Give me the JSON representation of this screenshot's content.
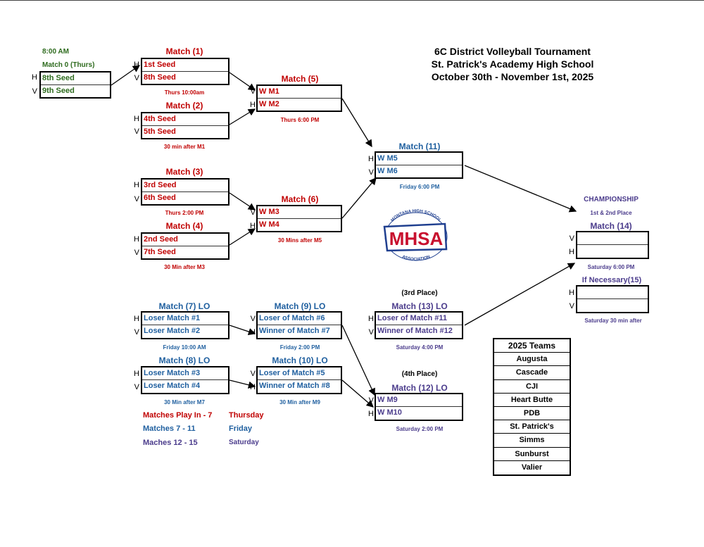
{
  "title": {
    "line1": "6C District Volleyball Tournament",
    "line2": "St. Patrick's Academy High School",
    "line3": "October 30th - November 1st, 2025"
  },
  "match0": {
    "time": "8:00 AM",
    "label": "Match 0 (Thurs)",
    "h": "8th Seed",
    "v": "9th Seed"
  },
  "m1": {
    "title": "Match (1)",
    "top": "1st Seed",
    "bottom": "8th Seed",
    "note": "Thurs 10:00am"
  },
  "m2": {
    "title": "Match (2)",
    "top": "4th Seed",
    "bottom": "5th Seed",
    "note": "30 min after M1"
  },
  "m3": {
    "title": "Match (3)",
    "top": "3rd Seed",
    "bottom": "6th Seed",
    "note": "Thurs 2:00 PM"
  },
  "m4": {
    "title": "Match (4)",
    "top": "2nd Seed",
    "bottom": "7th Seed",
    "note": "30 Min after M3"
  },
  "m5": {
    "title": "Match (5)",
    "top": "W M1",
    "bottom": "W M2",
    "note": "Thurs 6:00 PM"
  },
  "m6": {
    "title": "Match (6)",
    "top": "W M3",
    "bottom": "W M4",
    "note": "30 Mins after M5"
  },
  "m11": {
    "title": "Match  (11)",
    "top": "W M5",
    "bottom": "W M6",
    "note": "Friday 6:00 PM"
  },
  "m14": {
    "heading": "CHAMPIONSHIP",
    "subheading": "1st & 2nd Place",
    "title": "Match  (14)",
    "top": "",
    "bottom": "",
    "note": "Saturday 6:00 PM"
  },
  "m15": {
    "title": "If Necessary(15)",
    "top": "",
    "bottom": "",
    "note": "Saturday 30 min after"
  },
  "m7": {
    "title": "Match  (7) LO",
    "top": "Loser Match #1",
    "bottom": "Loser Match #2",
    "note": "Friday 10:00 AM"
  },
  "m8": {
    "title": "Match  (8) LO",
    "top": "Loser Match #3",
    "bottom": "Loser Match #4",
    "note": "30 Min after M7"
  },
  "m9": {
    "title": "Match  (9) LO",
    "top": "Loser of Match #6",
    "bottom": "Winner of Match #7",
    "note": "Friday 2:00 PM"
  },
  "m10": {
    "title": "Match  (10) LO",
    "top": "Loser of Match #5",
    "bottom": "Winner of Match #8",
    "note": "30 Min after M9"
  },
  "m13": {
    "place": "(3rd Place)",
    "title": "Match  (13) LO",
    "top": "Loser of Match #11",
    "bottom": "Winner of Match #12",
    "note": "Saturday 4:00 PM"
  },
  "m12": {
    "place": "(4th Place)",
    "title": "Match  (12) LO",
    "top": "W M9",
    "bottom": "W M10",
    "note": "Saturday 2:00 PM"
  },
  "legend": [
    {
      "range": "Matches Play In - 7",
      "day": "Thursday"
    },
    {
      "range": "Matches 7 - 11",
      "day": "Friday"
    },
    {
      "range": "Maches 12 - 15",
      "day": "Saturday"
    }
  ],
  "logo": {
    "text": "MHSA",
    "arc_top": "MONTANA HIGH SCHOOL",
    "arc_bottom": "ASSOCIATION"
  },
  "teams": {
    "header": "2025 Teams",
    "list": [
      "Augusta",
      "Cascade",
      "CJI",
      "Heart Butte",
      "PDB",
      "St. Patrick's",
      "Simms",
      "Sunburst",
      "Valier"
    ]
  },
  "sides": {
    "h": "H",
    "v": "V"
  },
  "colors": {
    "thursday": "#c00000",
    "friday": "#1f5f9f",
    "saturday": "#4b3c8c",
    "match0": "#2e6b1e"
  }
}
